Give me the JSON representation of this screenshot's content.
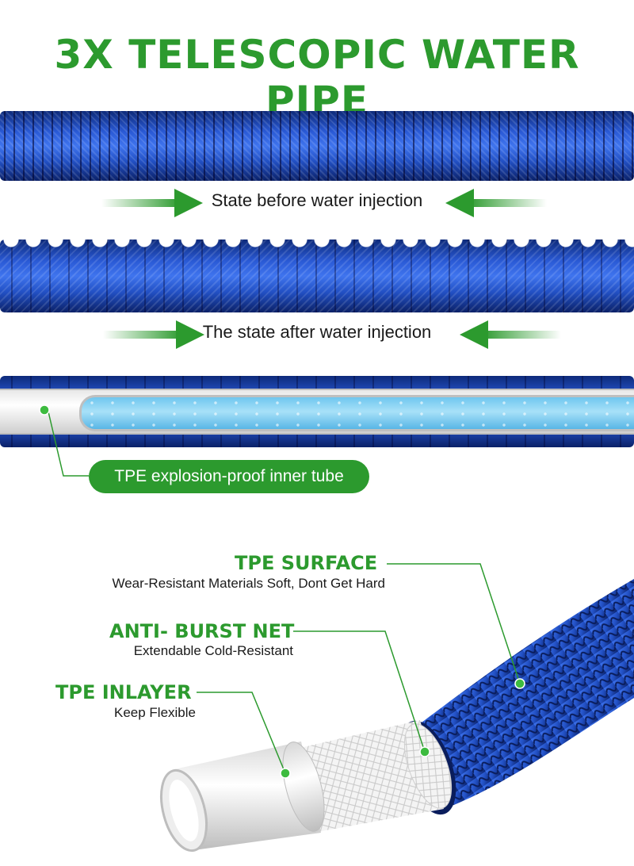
{
  "title": "3X TELESCOPIC WATER PIPE",
  "states": {
    "before": "State before water injection",
    "after": "The state after water injection"
  },
  "inner_tube_label": "TPE explosion-proof inner tube",
  "layers": [
    {
      "name": "TPE SURFACE",
      "desc": "Wear-Resistant Materials Soft, Dont Get Hard"
    },
    {
      "name": "ANTI- BURST NET",
      "desc": "Extendable Cold-Resistant"
    },
    {
      "name": "TPE INLAYER",
      "desc": "Keep Flexible"
    }
  ],
  "colors": {
    "accent_green": "#2c9a2e",
    "hose_blue": "#2a5ad6",
    "water_blue": "#6fc6ef"
  }
}
